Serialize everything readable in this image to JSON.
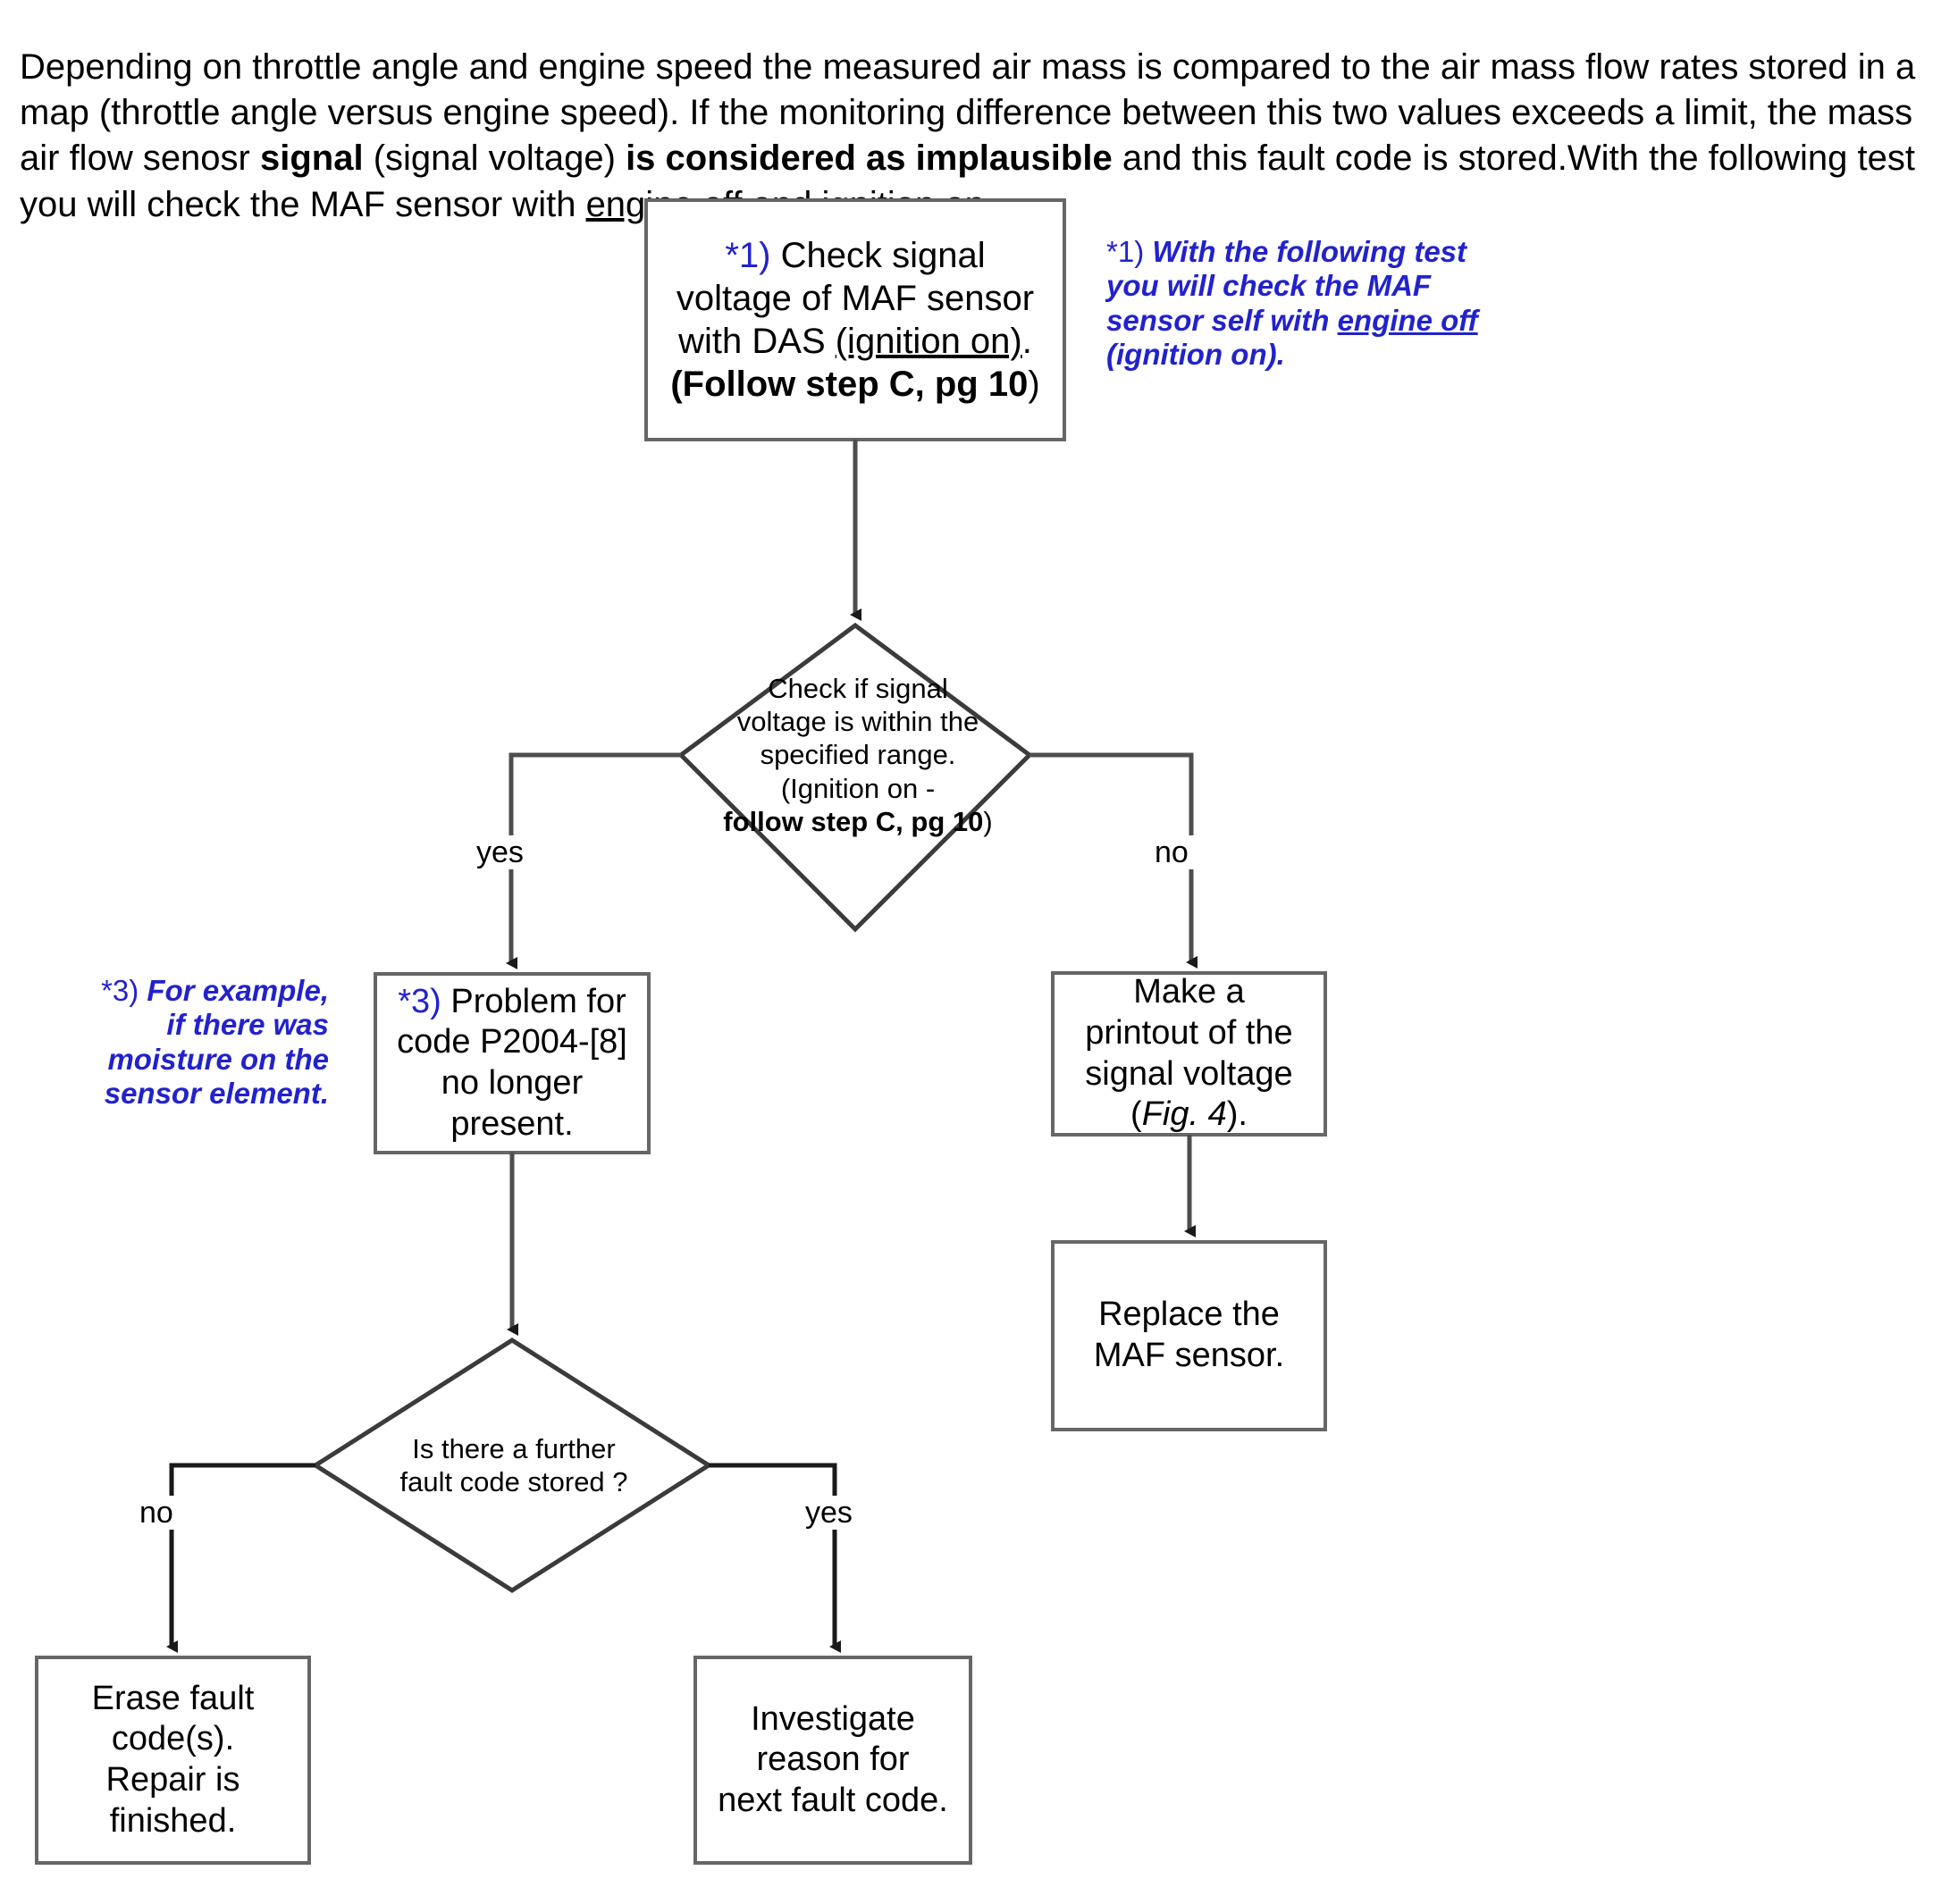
{
  "intro": {
    "part1": "Depending on throttle angle and engine speed the measured air mass is compared to the air mass flow rates stored in a map (throttle angle versus engine speed). If the monitoring difference between this two values exceeds a limit, the mass air flow senosr ",
    "bold1": "signal",
    "part2": " (signal voltage) ",
    "bold2": "is considered as implausible",
    "part3": " and this fault code is stored.With the following test you will check the  MAF sensor with ",
    "underline1": "engine off",
    "part4": " and ignition on."
  },
  "flow": {
    "check_signal": {
      "marker": "*1)",
      "line1": "Check signal",
      "line2": "voltage of  MAF sensor",
      "line3_a": "with DAS  ",
      "line3_underline": "(ignition on)",
      "line3_b": ".",
      "line4_bold": "(Follow step C, pg 10",
      "line4_tail": ")"
    },
    "diamond_range": {
      "line1": "Check if signal",
      "line2": "voltage is within the",
      "line3": "specified range.",
      "line4": "(Ignition on -",
      "line5_bold": "follow step C, pg 10",
      "line5_tail": ")"
    },
    "problem": {
      "marker": "*3)",
      "line1": "Problem for",
      "line2": "code P2004-[8]",
      "line3": "no longer",
      "line4": "present."
    },
    "printout": {
      "line1": "Make a",
      "line2": "printout of the",
      "line3": "signal voltage",
      "line4_a": "(",
      "line4_italic": "Fig. 4",
      "line4_b": ")."
    },
    "replace": {
      "line1": "Replace the",
      "line2": "MAF sensor."
    },
    "diamond_further": {
      "line1": "Is there a further",
      "line2": "fault code stored ?"
    },
    "erase": {
      "line1": "Erase fault",
      "line2": "code(s).",
      "line3": "Repair is",
      "line4": "finished."
    },
    "investigate": {
      "line1": "Investigate",
      "line2": "reason for",
      "line3": "next fault code."
    },
    "labels": {
      "yes_1": "yes",
      "no_1": "no",
      "no_2": "no",
      "yes_2": "yes"
    }
  },
  "notes": {
    "note1": {
      "marker": "*1)",
      "line1": "With the following test",
      "line2": "you will check the  MAF",
      "line3_a": "sensor self  with ",
      "line3_underline": "engine off",
      "line4": "(ignition on)."
    },
    "note3": {
      "marker": "*3)",
      "line1": "For example,",
      "line2": "if there was",
      "line3": "moisture on the",
      "line4": "sensor element."
    }
  },
  "colors": {
    "note_blue": "#2222cc",
    "stroke": "#4d4d4d",
    "text": "#000000",
    "background": "#ffffff"
  }
}
